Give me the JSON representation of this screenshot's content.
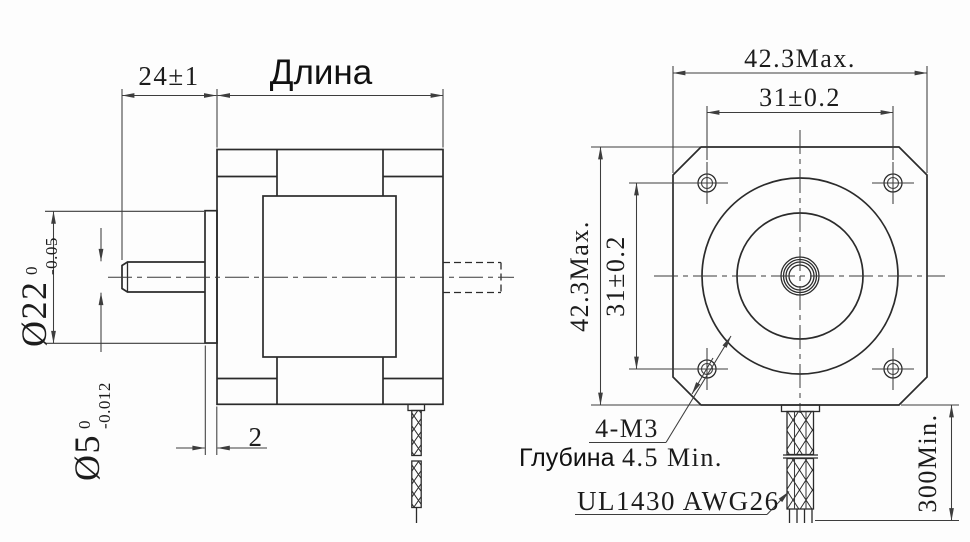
{
  "colors": {
    "background": "#fdfdfd",
    "object_line": "#2b2b2b",
    "dimension_line": "#3d3d3d",
    "text": "#1c1c1c"
  },
  "side_view": {
    "shaft_length_dim": "24±1",
    "length_label": "Длина",
    "pilot_diameter": {
      "value": "Ø22",
      "upper_tol": "0",
      "lower_tol": "-0.05"
    },
    "shaft_diameter": {
      "value": "Ø5",
      "upper_tol": "0",
      "lower_tol": "-0.012"
    },
    "pilot_depth_dim": "2"
  },
  "front_view": {
    "width_dim": "42.3Max.",
    "hole_pitch_horizontal_dim": "31±0.2",
    "height_dim": "42.3Max.",
    "hole_pitch_vertical_dim": "31±0.2",
    "mounting_holes_label": "4-M3",
    "hole_depth_word": "Глубина",
    "hole_depth_value": "4.5 Min.",
    "lead_wire_spec": "UL1430 AWG26",
    "lead_length_dim": "300Min."
  }
}
